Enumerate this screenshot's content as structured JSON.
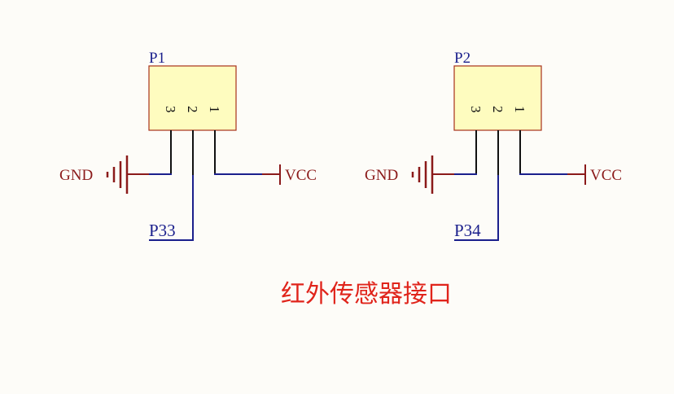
{
  "colors": {
    "background": "#fdfcf8",
    "component_fill": "#fefcbf",
    "component_stroke": "#a8321b",
    "wire": "#1a1f8c",
    "pin": "#111111",
    "power": "#8b1a1a",
    "title": "#e0241b"
  },
  "components": [
    {
      "designator": "P1",
      "pins": [
        "3",
        "2",
        "1"
      ],
      "gnd_label": "GND",
      "vcc_label": "VCC",
      "net_label": "P33"
    },
    {
      "designator": "P2",
      "pins": [
        "3",
        "2",
        "1"
      ],
      "gnd_label": "GND",
      "vcc_label": "VCC",
      "net_label": "P34"
    }
  ],
  "title": "红外传感器接口"
}
